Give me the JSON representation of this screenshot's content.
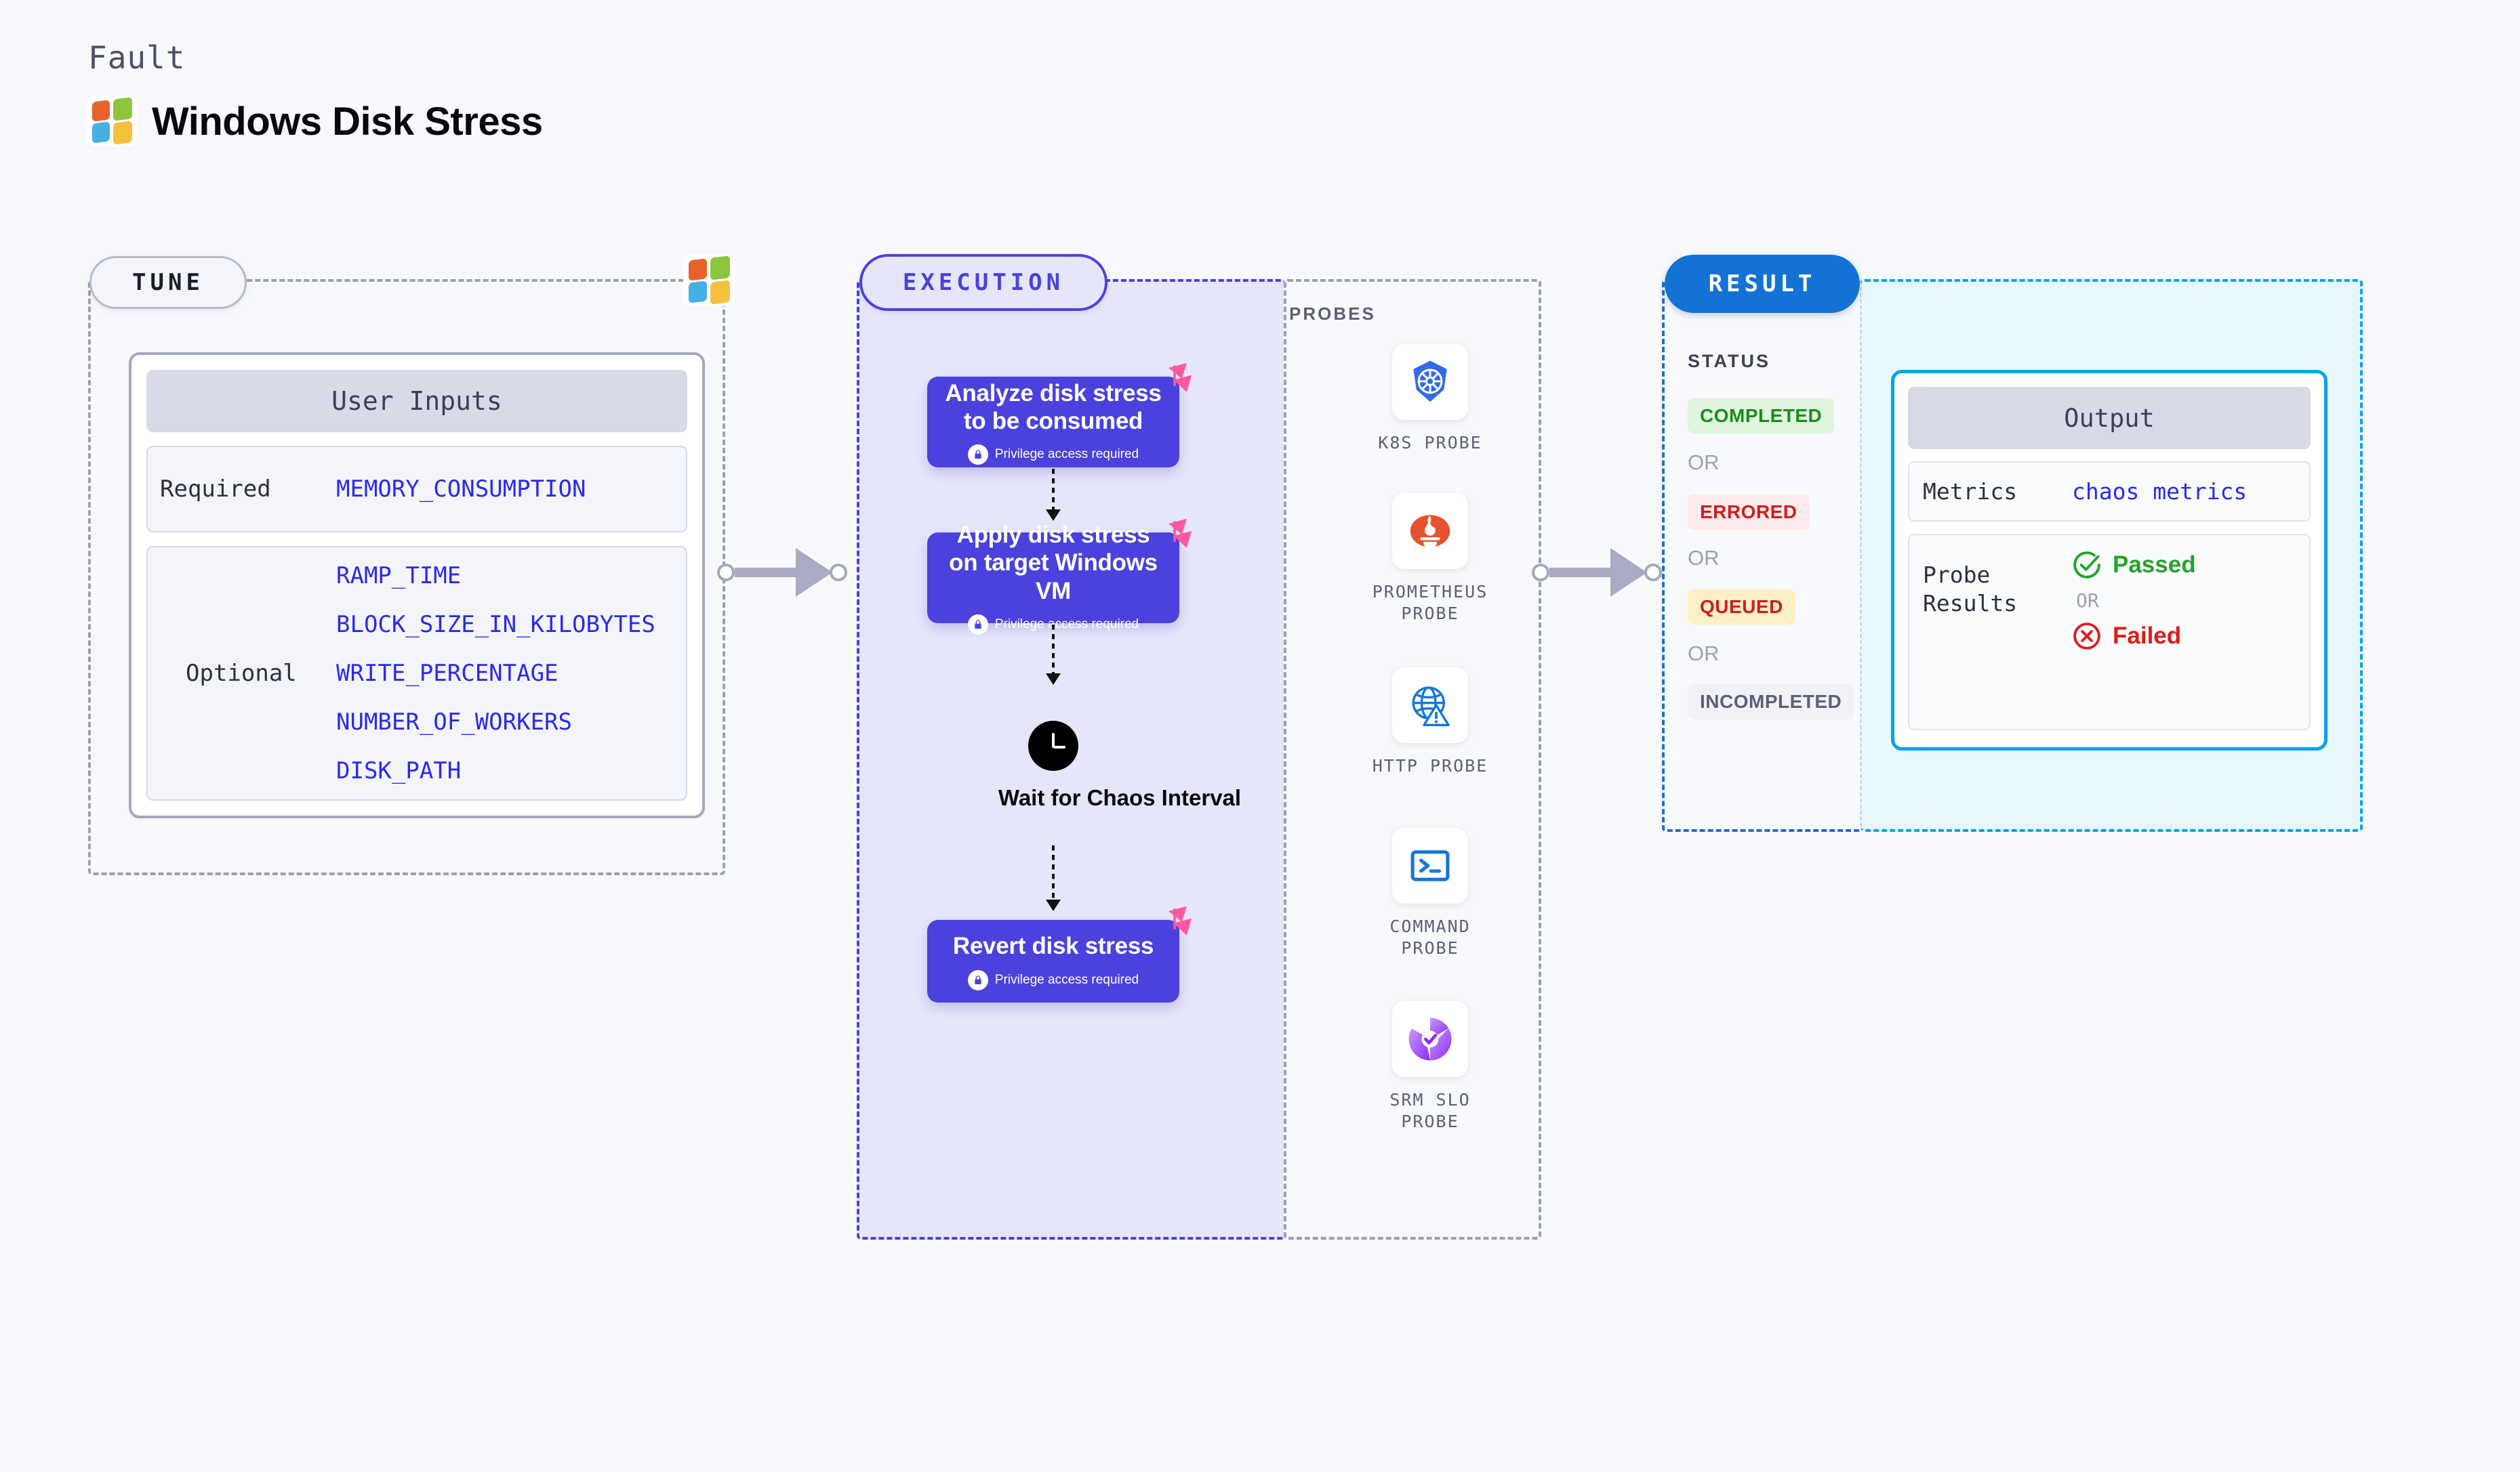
{
  "header": {
    "kicker": "Fault",
    "title": "Windows Disk Stress",
    "logo": "windows-logo"
  },
  "tune": {
    "pill_label": "TUNE",
    "card_title": "User Inputs",
    "required_label": "Required",
    "required_values": [
      "MEMORY_CONSUMPTION"
    ],
    "optional_label": "Optional",
    "optional_values": [
      "RAMP_TIME",
      "BLOCK_SIZE_IN_KILOBYTES",
      "WRITE_PERCENTAGE",
      "NUMBER_OF_WORKERS",
      "DISK_PATH"
    ]
  },
  "execution": {
    "pill_label": "EXECUTION",
    "privilege_note": "Privilege access required",
    "nodes": [
      {
        "title": "Analyze disk stress to be consumed",
        "privileged": true,
        "icon": "chaos-flag-icon"
      },
      {
        "title": "Apply disk stress on target Windows VM",
        "privileged": true,
        "icon": "chaos-flag-icon"
      }
    ],
    "wait": {
      "label": "Wait for Chaos Interval",
      "icon": "clock-icon"
    },
    "final_node": {
      "title": "Revert disk stress",
      "privileged": true,
      "icon": "chaos-flag-icon"
    }
  },
  "probes": {
    "title": "PROBES",
    "items": [
      {
        "label": "K8S PROBE",
        "icon": "kubernetes-icon"
      },
      {
        "label": "PROMETHEUS PROBE",
        "icon": "prometheus-icon"
      },
      {
        "label": "HTTP PROBE",
        "icon": "globe-warning-icon"
      },
      {
        "label": "COMMAND PROBE",
        "icon": "terminal-icon"
      },
      {
        "label": "SRM SLO PROBE",
        "icon": "srm-slo-icon"
      }
    ]
  },
  "result": {
    "pill_label": "RESULT",
    "status_title": "STATUS",
    "or_label": "OR",
    "statuses": [
      {
        "label": "COMPLETED",
        "bg": "#dff5dd",
        "fg": "#1d8b1d"
      },
      {
        "label": "ERRORED",
        "bg": "#fdeaea",
        "fg": "#cc1f1f"
      },
      {
        "label": "QUEUED",
        "bg": "#fdf0c4",
        "fg": "#cc1f1f"
      },
      {
        "label": "INCOMPLETED",
        "bg": "#f1f2f7",
        "fg": "#5a6078"
      }
    ]
  },
  "output": {
    "title": "Output",
    "metrics_key": "Metrics",
    "metrics_value": "chaos metrics",
    "probe_results_key": "Probe Results",
    "passed_label": "Passed",
    "failed_label": "Failed",
    "or_label": "OR",
    "passed_color": "#22a32a",
    "failed_color": "#e01b1b"
  },
  "colors": {
    "accent_purple": "#4b41dd",
    "accent_blue": "#1273d4",
    "accent_cyan": "#0aa2e8",
    "mono_value": "#2a2aee"
  }
}
